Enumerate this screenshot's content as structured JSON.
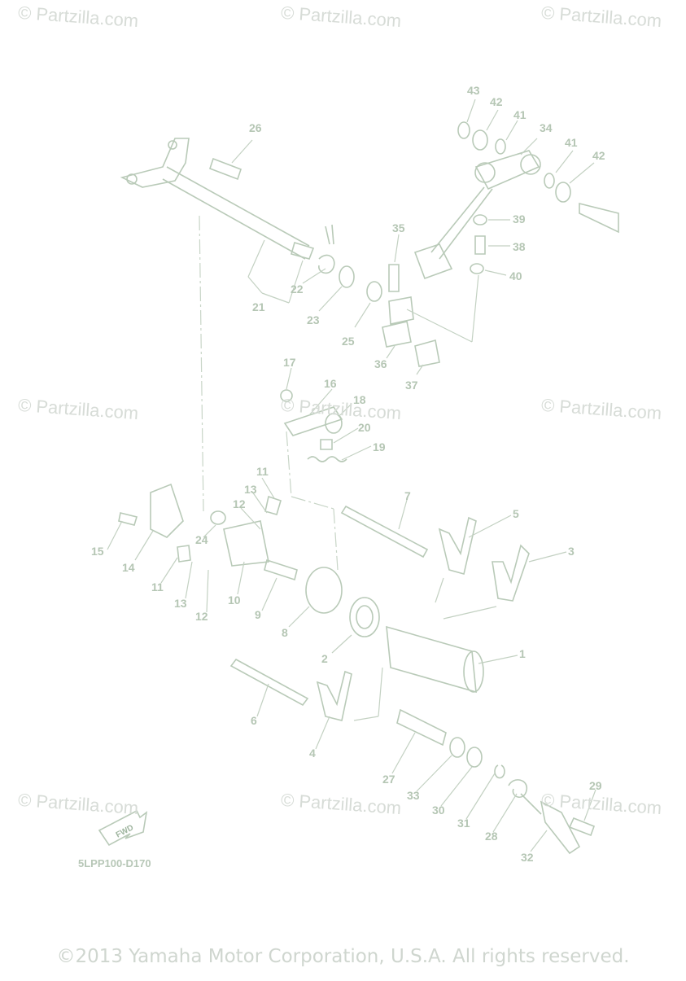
{
  "watermark": "© Partzilla.com",
  "copyright": "©2013 Yamaha Motor Corporation, U.S.A. All rights reserved.",
  "diagram_code": "5LPP100-D170",
  "fwd_label": "FWD",
  "callouts": [
    "1",
    "2",
    "3",
    "4",
    "5",
    "6",
    "7",
    "8",
    "9",
    "10",
    "11",
    "11",
    "12",
    "12",
    "13",
    "13",
    "14",
    "15",
    "16",
    "17",
    "18",
    "19",
    "20",
    "21",
    "22",
    "23",
    "24",
    "25",
    "26",
    "27",
    "28",
    "29",
    "30",
    "31",
    "32",
    "33",
    "34",
    "35",
    "36",
    "37",
    "38",
    "39",
    "40",
    "41",
    "41",
    "42",
    "42",
    "43"
  ]
}
